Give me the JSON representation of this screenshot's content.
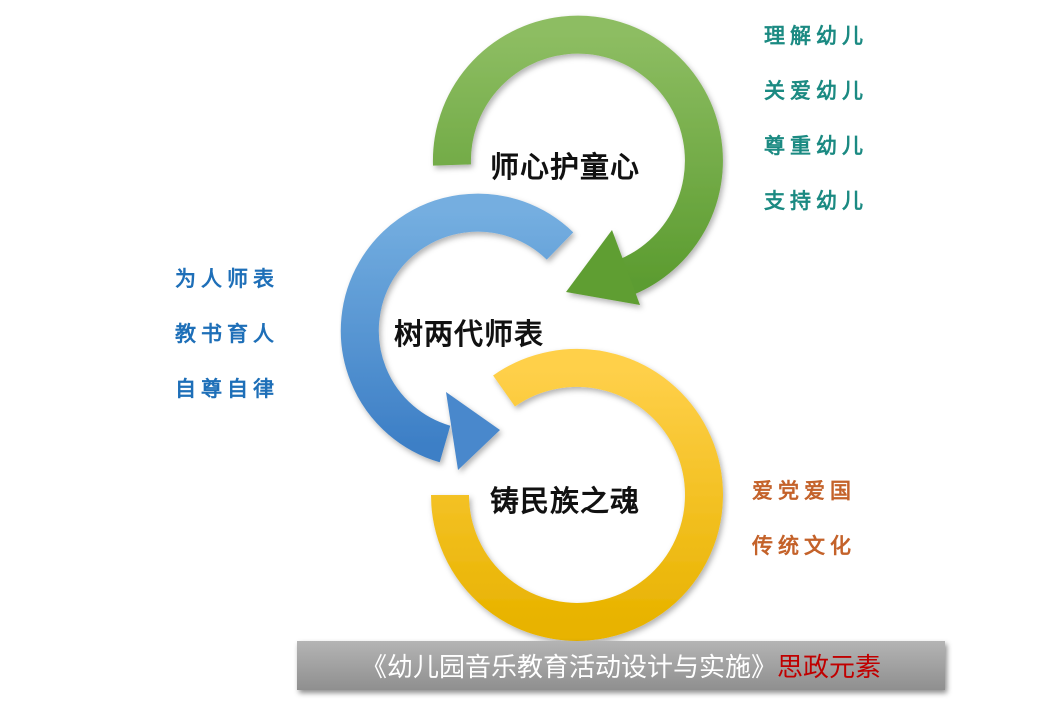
{
  "colors": {
    "green": "#6fab45",
    "blue": "#5596d6",
    "yellow": "#f8c21a",
    "teal_text": "#1b8a82",
    "blue_text": "#1e6fb8",
    "orange_text": "#c4622a",
    "footer_accent": "#c00000"
  },
  "cycles": [
    {
      "title": "师心护童心",
      "items": [
        "理解幼儿",
        "关爱幼儿",
        "尊重幼儿",
        "支持幼儿"
      ]
    },
    {
      "title": "树两代师表",
      "items": [
        "为人师表",
        "教书育人",
        "自尊自律"
      ]
    },
    {
      "title": "铸民族之魂",
      "items": [
        "爱党爱国",
        "传统文化"
      ]
    }
  ],
  "footer": {
    "title": "《幼儿园音乐教育活动设计与实施》",
    "accent": "思政元素"
  }
}
